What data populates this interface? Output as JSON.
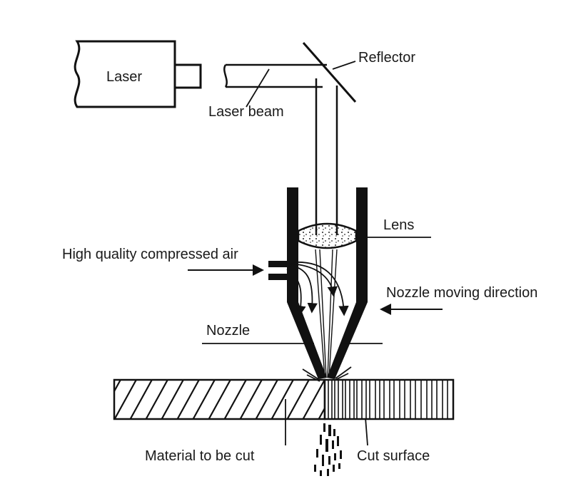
{
  "labels": {
    "laser": "Laser",
    "reflector": "Reflector",
    "laser_beam": "Laser beam",
    "lens": "Lens",
    "compressed_air": "High quality compressed air",
    "moving_direction": "Nozzle moving direction",
    "nozzle": "Nozzle",
    "material": "Material to be cut",
    "cut_surface": "Cut surface"
  }
}
